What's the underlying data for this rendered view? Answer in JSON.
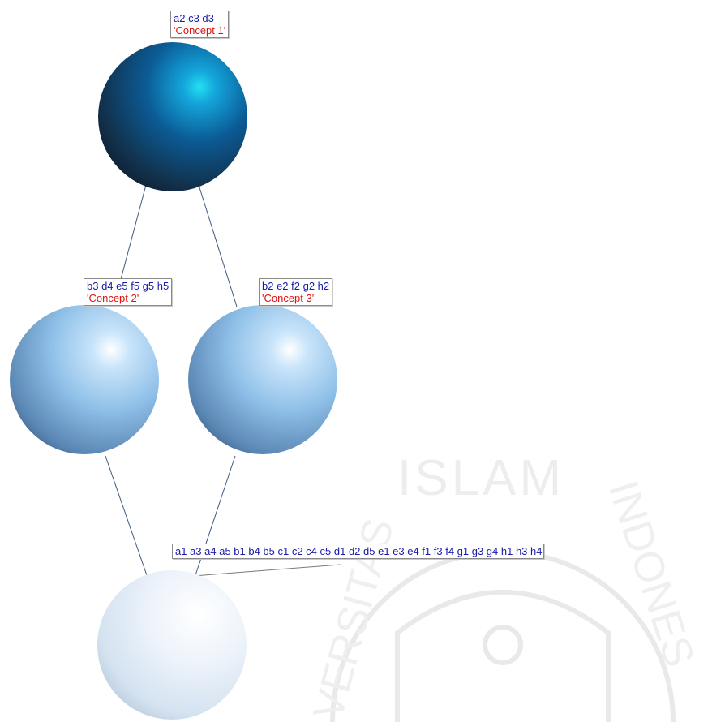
{
  "lattice": {
    "nodes": [
      {
        "id": "c1",
        "extent": "a2 c3 d3",
        "intent": "'Concept 1'",
        "color": "#0a6fb5"
      },
      {
        "id": "c2",
        "extent": "b3 d4 e5 f5 g5 h5",
        "intent": "'Concept 2'",
        "color": "#8fc3ec"
      },
      {
        "id": "c3",
        "extent": "b2 e2 f2 g2 h2",
        "intent": "'Concept 3'",
        "color": "#8fc3ec"
      },
      {
        "id": "bottom",
        "extent": "a1 a3 a4 a5 b1 b4 b5 c1 c2 c4 c5 d1 d2 d5 e1 e3 e4 f1 f3 f4 g1 g3 g4 h1 h3 h4",
        "color": "#e6f0fa"
      }
    ],
    "edges": [
      [
        "c1",
        "c2"
      ],
      [
        "c1",
        "c3"
      ],
      [
        "c2",
        "bottom"
      ],
      [
        "c3",
        "bottom"
      ]
    ]
  },
  "watermark": {
    "text": "ISLAM",
    "partial_left": "VERSITAS",
    "partial_right": "INDONES"
  },
  "colors": {
    "extent_text": "#1a1aa8",
    "intent_text": "#e01010",
    "edge": "#3d5a80"
  }
}
